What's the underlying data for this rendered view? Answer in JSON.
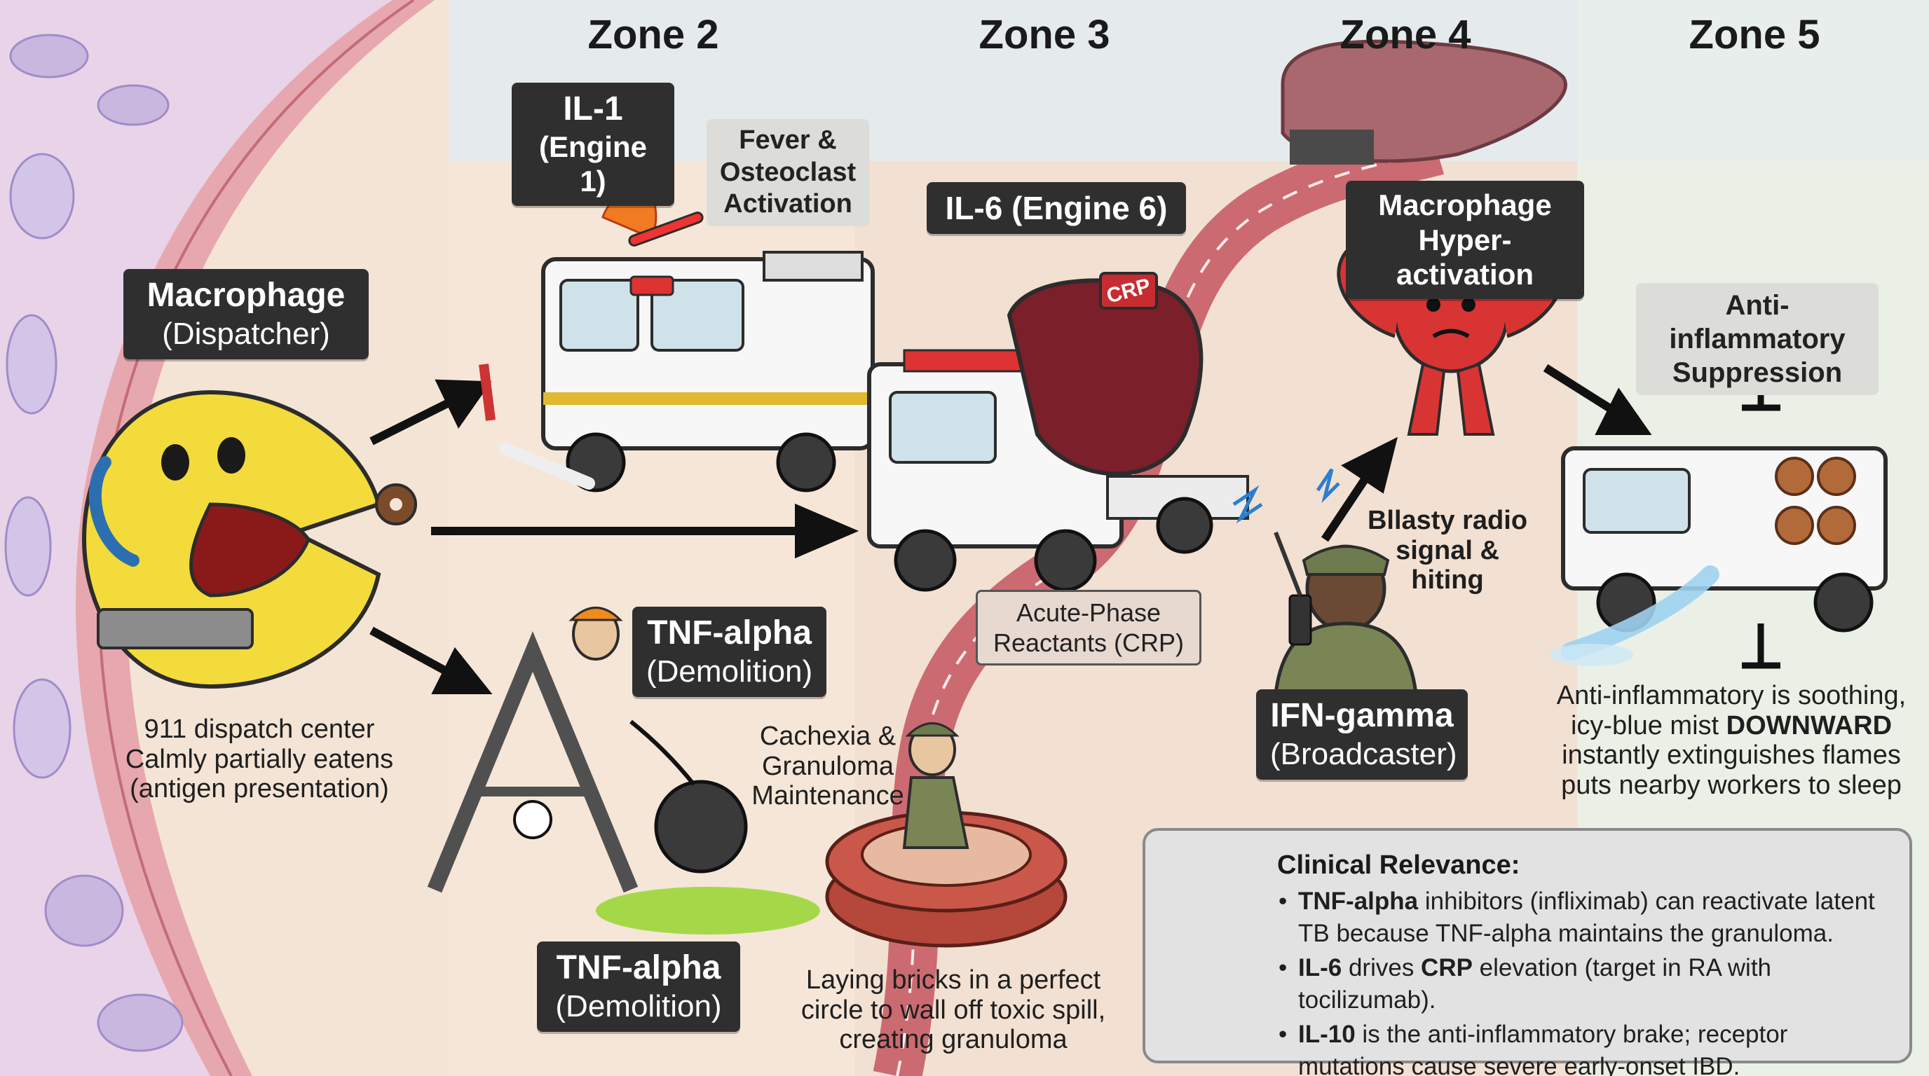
{
  "zones": [
    "Zone 2",
    "Zone 3",
    "Zone 4",
    "Zone 5"
  ],
  "labels": {
    "macrophage_title": "Macrophage",
    "macrophage_sub": "(Dispatcher)",
    "il1_title": "IL-1",
    "il1_sub": "(Engine 1)",
    "fever_l1": "Fever &",
    "fever_l2": "Osteoclast",
    "fever_l3": "Activation",
    "il6_title": "IL-6 (Engine 6)",
    "crp_sign": "CRP",
    "acute_l1": "Acute-Phase",
    "acute_l2": "Reactants (CRP)",
    "hyper_l1": "Macrophage",
    "hyper_l2": "Hyper-activation",
    "antiinf_l1": "Anti-inflammatory",
    "antiinf_l2": "Suppression",
    "tnf1_title": "TNF-alpha",
    "tnf1_sub": "(Demolition)",
    "tnf2_title": "TNF-alpha",
    "tnf2_sub": "(Demolition)",
    "ifn_title": "IFN-gamma",
    "ifn_sub": "(Broadcaster)",
    "cachexia_l1": "Cachexia &",
    "cachexia_l2": "Granuloma",
    "cachexia_l3": "Maintenance",
    "radio_l1": "Bllasty radio",
    "radio_l2": "signal &",
    "radio_l3": "hiting"
  },
  "notes": {
    "dispatch_l1": "911 dispatch center",
    "dispatch_l2": "Calmly partially eatens",
    "dispatch_l3": "(antigen presentation)",
    "bricks_l1": "Laying bricks in a perfect",
    "bricks_l2": "circle to wall off toxic spill,",
    "bricks_l3": "creating granuloma",
    "anti_l1": "Anti-inflammatory is soothing,",
    "anti_l2a": "icy-blue mist ",
    "anti_l2b": "DOWNWARD",
    "anti_l3": "instantly extinguishes flames",
    "anti_l4": "puts nearby workers to sleep"
  },
  "clinical": {
    "title": "Clinical Relevance:",
    "b1_strong": "TNF-alpha",
    "b1_l1": " inhibitors (infliximab) can reactivate latent",
    "b1_l2": "TB because TNF-alpha maintains the granuloma.",
    "b2_strong1": "IL-6",
    "b2_mid": " drives ",
    "b2_strong2": "CRP",
    "b2_rest": " elevation (target in RA with tocilizumab).",
    "b3_strong": "IL-10",
    "b3_l1": " is the anti-inflammatory brake; receptor",
    "b3_l2": "mutations cause severe early-onset IBD."
  }
}
